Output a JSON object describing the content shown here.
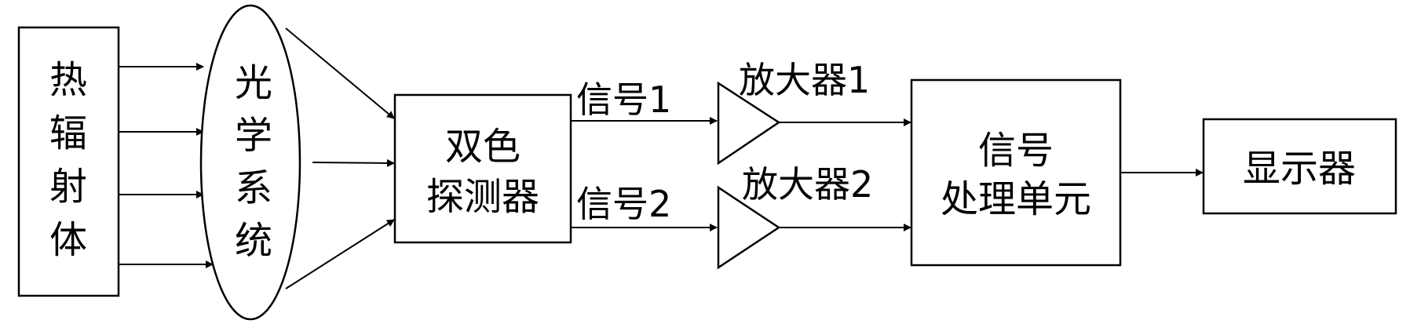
{
  "diagram": {
    "type": "block-diagram",
    "nodes": {
      "source": {
        "chars": [
          "热",
          "辐",
          "射",
          "体"
        ]
      },
      "optics": {
        "chars": [
          "光",
          "学",
          "系",
          "统"
        ]
      },
      "detector": {
        "lines": [
          "双色",
          "探测器"
        ]
      },
      "amp1": {
        "label": "放大器1"
      },
      "amp2": {
        "label": "放大器2"
      },
      "processor": {
        "lines": [
          "信号",
          "处理单元"
        ]
      },
      "display": {
        "label": "显示器"
      }
    },
    "edges": {
      "signal1": "信号1",
      "signal2": "信号2"
    },
    "colors": {
      "stroke": "#000000",
      "background": "#ffffff"
    }
  }
}
